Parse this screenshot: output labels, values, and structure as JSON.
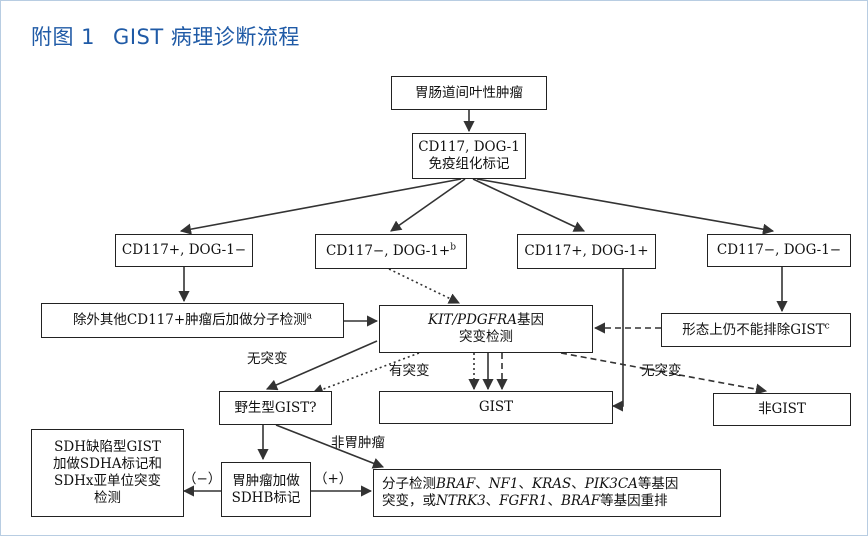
{
  "title": {
    "label": "附图 1",
    "text": "GIST 病理诊断流程"
  },
  "nodes": {
    "root": "胃肠道间叶性肿瘤",
    "ihc": {
      "line1": "CD117, DOG-1",
      "line2": "免疫组化标记"
    },
    "a": "CD117+, DOG-1−",
    "b": {
      "text": "CD117−, DOG-1+",
      "sup": "b"
    },
    "c": "CD117+, DOG-1+",
    "d": "CD117−, DOG-1−",
    "exclude": {
      "text": "除外其他CD117+肿瘤后加做分子检测",
      "sup": "a"
    },
    "kit": {
      "gene1": "KIT",
      "sep": "/",
      "gene2": "PDGFRA",
      "suffix": "基因",
      "line2": "突变检测"
    },
    "morph": {
      "text": "形态上仍不能排除GIST",
      "sup": "c"
    },
    "wild": "野生型GIST?",
    "gist": "GIST",
    "nongist": "非GIST",
    "sdh_deficient": {
      "line1": "SDH缺陷型GIST",
      "line2": "加做SDHA标记和",
      "line3": "SDHx亚单位突变",
      "line4": "检测"
    },
    "gastric": {
      "line1": "胃肿瘤加做",
      "line2": "SDHB标记"
    },
    "molecular": {
      "l1_prefix": "分子检测",
      "g1": "BRAF",
      "s1": "、",
      "g2": "NF1",
      "s2": "、",
      "g3": "KRAS",
      "s3": "、",
      "g4": "PIK3CA",
      "l1_suffix": "等基因",
      "l2_prefix": "突变，或",
      "g5": "NTRK3",
      "s4": "、",
      "g6": "FGFR1",
      "s5": "、",
      "g7": "BRAF",
      "l2_suffix": "等基因重排"
    }
  },
  "edge_labels": {
    "no_mutation_1": "无突变",
    "has_mutation": "有突变",
    "no_mutation_2": "无突变",
    "non_gastric": "非胃肿瘤",
    "minus": "（−）",
    "plus": "（+）"
  },
  "colors": {
    "title": "#1f5aa6",
    "line": "#333333",
    "frame": "#b8cde2"
  }
}
